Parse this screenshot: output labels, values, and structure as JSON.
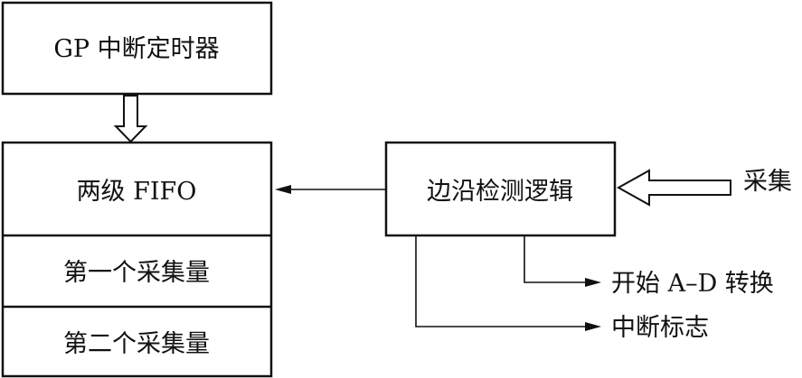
{
  "blocks": {
    "timer": "GP 中断定时器",
    "fifo": "两级 FIFO",
    "sample_1": "第一个采集量",
    "sample_2": "第二个采集量",
    "edge_logic": "边沿检测逻辑"
  },
  "signals": {
    "input": "采集",
    "start_ad": "开始 A–D 转换",
    "interrupt_flag": "中断标志"
  }
}
